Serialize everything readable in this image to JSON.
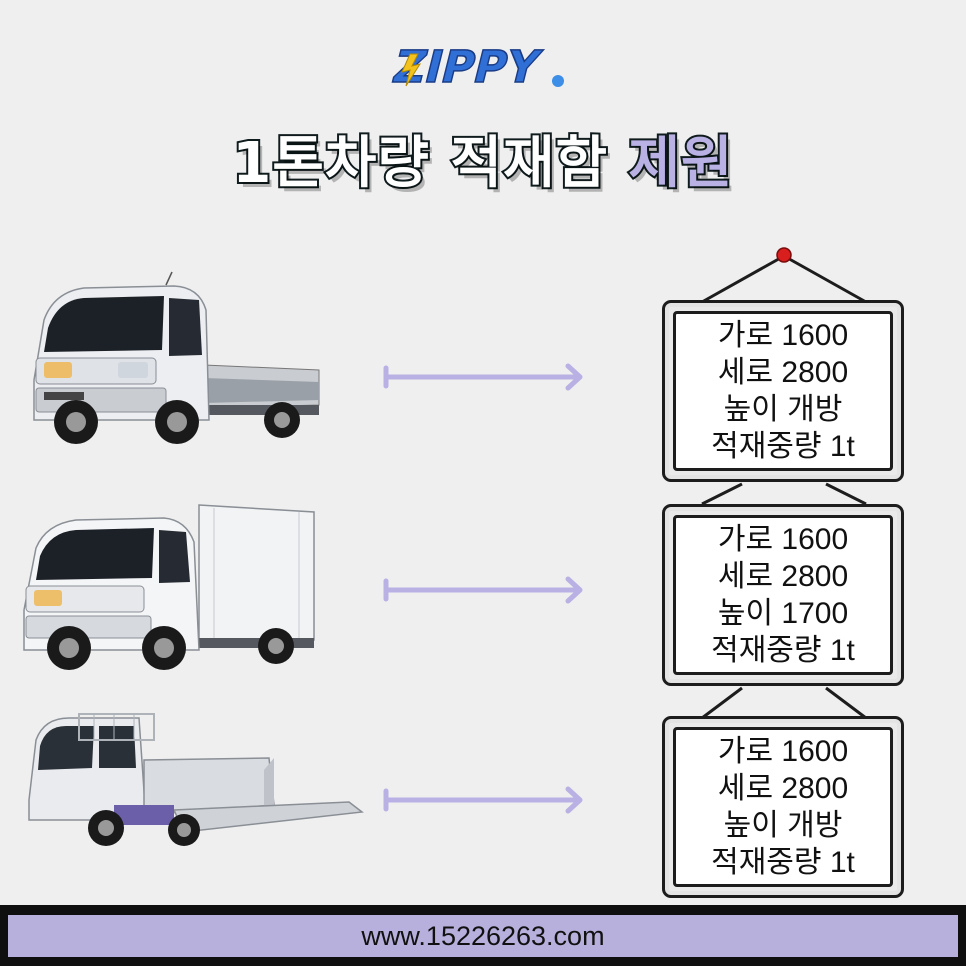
{
  "logo": {
    "text": "ZIPPY"
  },
  "title": {
    "main": "1톤차량 적재함",
    "highlight": "제원"
  },
  "vehicles": [
    {
      "name": "cargo-truck",
      "specs": [
        "가로 1600",
        "세로 2800",
        "높이 개방",
        "적재중량 1t"
      ]
    },
    {
      "name": "box-truck",
      "specs": [
        "가로 1600",
        "세로 2800",
        "높이 1700",
        "적재중량 1t"
      ]
    },
    {
      "name": "liftgate-truck",
      "specs": [
        "가로 1600",
        "세로 2800",
        "높이 개방",
        "적재중량 1t"
      ]
    }
  ],
  "footer": {
    "url": "www.15226263.com"
  },
  "colors": {
    "accent": "#b7b0dd",
    "arrow": "#b9b0e4",
    "pin": "#d91e1e",
    "dark": "#1d1d1d"
  }
}
